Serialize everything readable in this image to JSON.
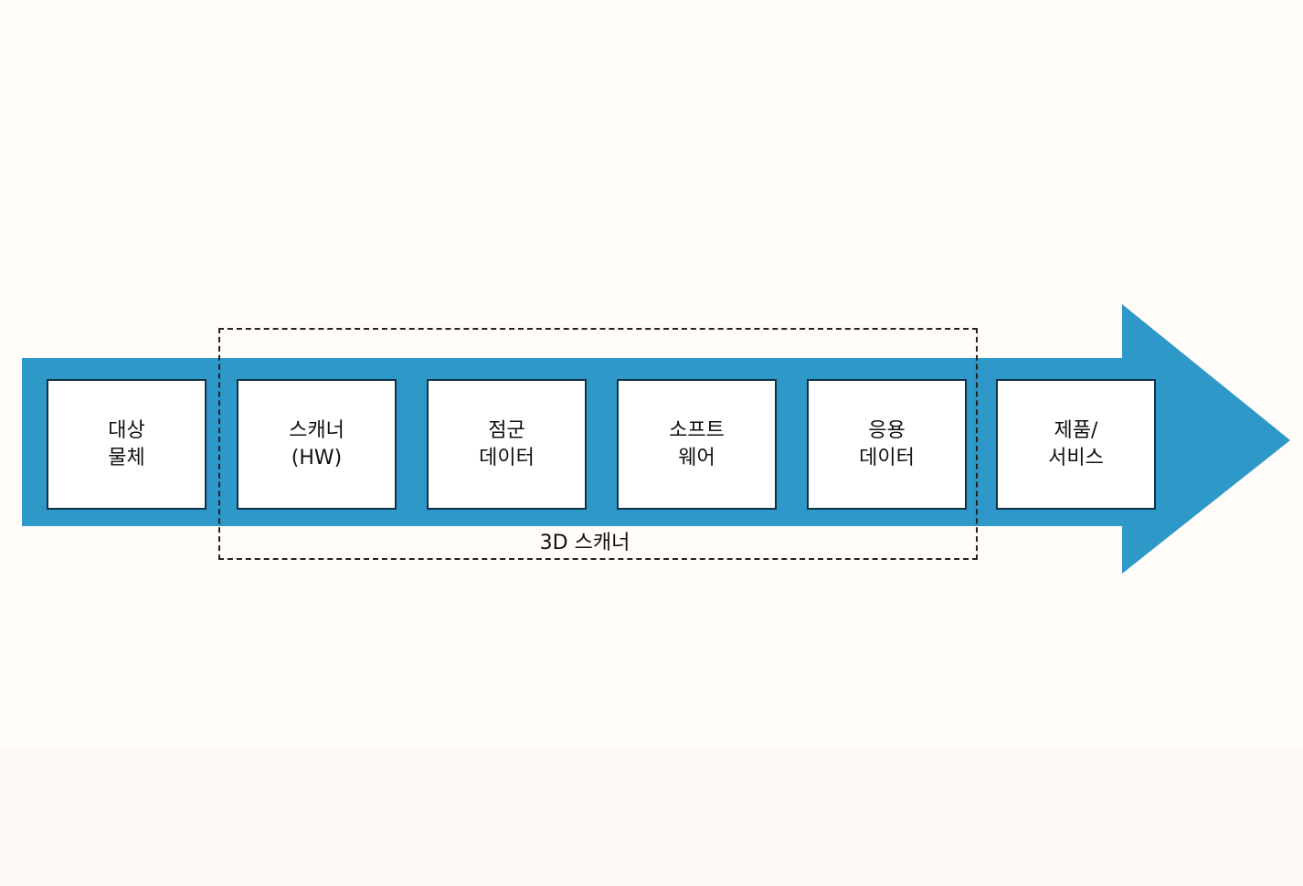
{
  "colors": {
    "arrow": "#2e98c9",
    "box_border": "#0f3247",
    "box_fill": "#ffffff",
    "background": "#fffcf9"
  },
  "stages": [
    {
      "label": "대상\n물체"
    },
    {
      "label": "스캐너\n(HW)"
    },
    {
      "label": "점군\n데이터"
    },
    {
      "label": "소프트\n웨어"
    },
    {
      "label": "응용\n데이터"
    },
    {
      "label": "제품/\n서비스"
    }
  ],
  "scanner_group": {
    "label": "3D 스캐너"
  }
}
